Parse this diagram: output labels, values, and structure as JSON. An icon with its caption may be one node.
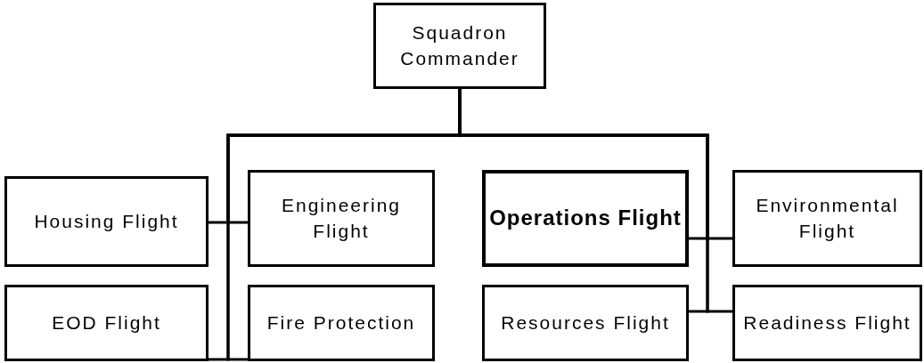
{
  "diagram": {
    "nodes": [
      {
        "text": [
          "Squadron Commander"
        ]
      },
      {
        "text": [
          "Housing Flight"
        ]
      },
      {
        "text": [
          "Engineering Flight"
        ]
      },
      {
        "text": [
          "Operations Flight"
        ]
      },
      {
        "text": [
          "Environmental Flight"
        ]
      },
      {
        "text": [
          "EOD Flight"
        ]
      },
      {
        "text": [
          "Fire Protection"
        ]
      },
      {
        "text": [
          "Resources Flight"
        ]
      },
      {
        "text": [
          "Readiness Flight"
        ]
      }
    ],
    "edges": [
      {
        "from": 0,
        "to": 1,
        "arrow": "none"
      },
      {
        "from": 0,
        "to": 2,
        "arrow": "none"
      },
      {
        "from": 0,
        "to": 3,
        "arrow": "none"
      },
      {
        "from": 0,
        "to": 4,
        "arrow": "none"
      },
      {
        "from": 0,
        "to": 5,
        "arrow": "none"
      },
      {
        "from": 0,
        "to": 6,
        "arrow": "none"
      },
      {
        "from": 0,
        "to": 7,
        "arrow": "none"
      },
      {
        "from": 0,
        "to": 8,
        "arrow": "none"
      }
    ]
  }
}
